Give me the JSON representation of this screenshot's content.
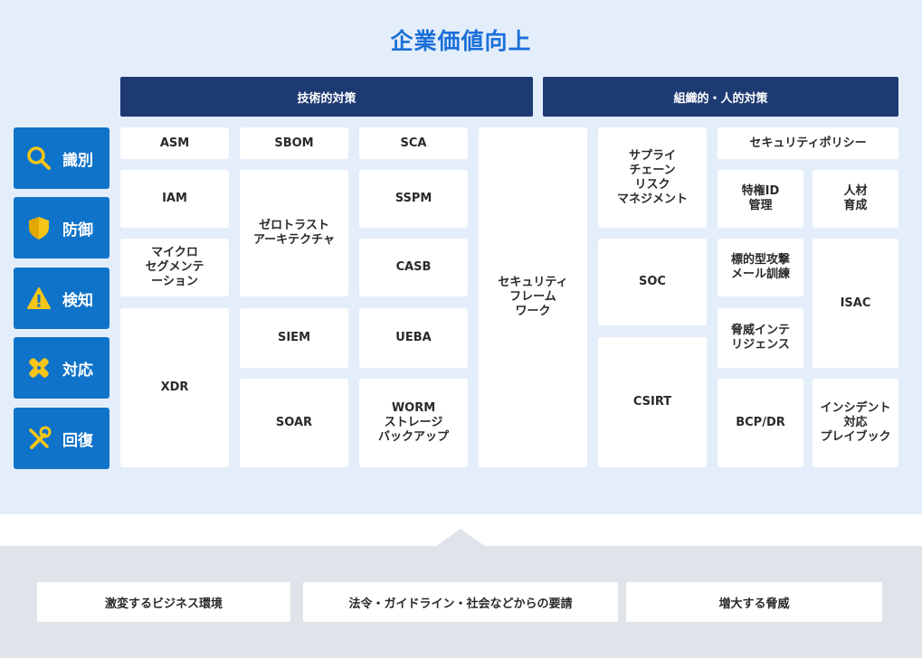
{
  "title": "企業価値向上",
  "headers": {
    "technical": "技術的対策",
    "organizational": "組織的・人的対策"
  },
  "phases": [
    {
      "label": "識別",
      "icon": "magnifier-icon"
    },
    {
      "label": "防御",
      "icon": "shield-icon"
    },
    {
      "label": "検知",
      "icon": "warning-icon"
    },
    {
      "label": "対応",
      "icon": "bandage-icon"
    },
    {
      "label": "回復",
      "icon": "tools-icon"
    }
  ],
  "technical": {
    "asm": "ASM",
    "iam": "IAM",
    "microseg": "マイクロ\nセグメンテ\nーション",
    "xdr": "XDR",
    "sbom": "SBOM",
    "zerotrust": "ゼロトラスト\nアーキテクチャ",
    "siem": "SIEM",
    "soar": "SOAR",
    "sca": "SCA",
    "sspm": "SSPM",
    "casb": "CASB",
    "ueba": "UEBA",
    "worm": "WORM\nストレージ\nバックアップ",
    "framework": "セキュリティ\nフレーム\nワーク"
  },
  "organizational": {
    "supply_chain": "サプライ\nチェーン\nリスク\nマネジメント",
    "soc": "SOC",
    "csirt": "CSIRT",
    "policy": "セキュリティポリシー",
    "priv_id": "特権ID\n管理",
    "talent": "人材\n育成",
    "phishing": "標的型攻撃\nメール訓練",
    "threat_intel": "脅威インテ\nリジェンス",
    "isac": "ISAC",
    "bcp": "BCP/DR",
    "incident": "インシデント\n対応\nプレイブック"
  },
  "drivers": [
    "激変するビジネス環境",
    "法令・ガイドライン・社会などからの要請",
    "増大する脅威"
  ],
  "colors": {
    "accent": "#1a6fd8",
    "header_bg": "#1e3a73",
    "phase_bg": "#0f73c9",
    "icon_yellow": "#f5c518"
  }
}
